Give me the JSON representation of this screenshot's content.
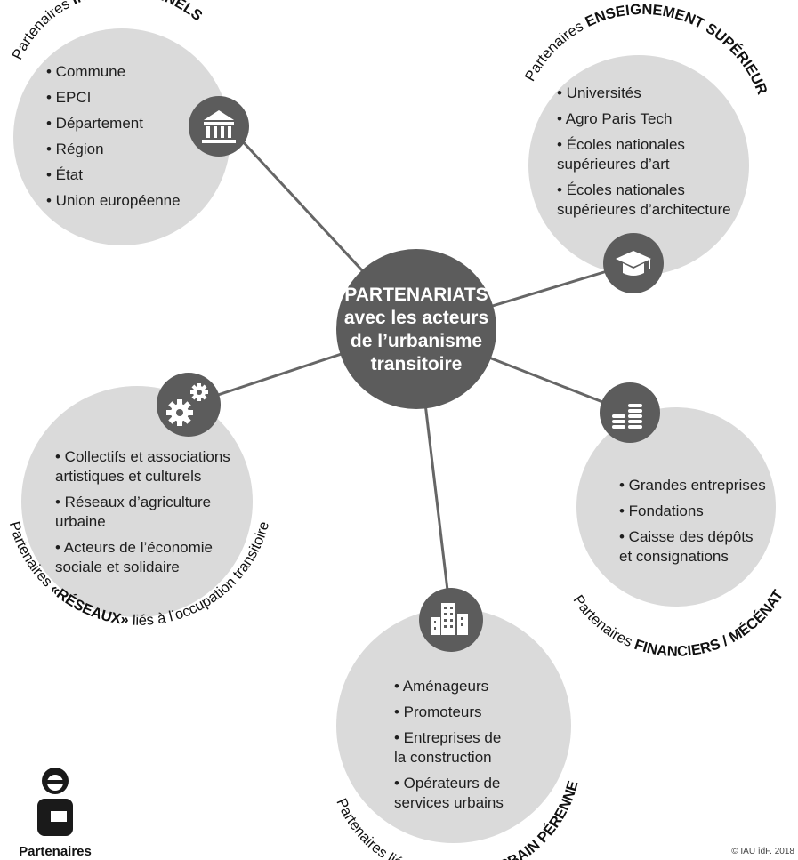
{
  "center": {
    "lines": [
      "PARTENARIATS",
      "avec les acteurs",
      "de l’urbanisme",
      "transitoire"
    ]
  },
  "groups": {
    "institutionnels": {
      "title_prefix": "Partenaires ",
      "title_main": "INSTITUTIONNELS",
      "icon": "bank-icon",
      "items": [
        "• Commune",
        "• EPCI",
        "• Département",
        "• Région",
        "• État",
        "• Union européenne"
      ]
    },
    "enseignement": {
      "title_prefix": "Partenaires ",
      "title_main": "ENSEIGNEMENT SUPÉRIEUR",
      "icon": "graduation-cap-icon",
      "items": [
        "• Universités",
        "• Agro Paris Tech",
        "• Écoles nationales",
        "supérieures d’art",
        "• Écoles nationales",
        "supérieures d’architecture"
      ]
    },
    "financiers": {
      "title_prefix": "Partenaires ",
      "title_main": "FINANCIERS / MÉCÉNAT",
      "icon": "coins-icon",
      "items": [
        "• Grandes entreprises",
        "• Fondations",
        "• Caisse des dépôts",
        "et consignations"
      ]
    },
    "projet_urbain": {
      "title_prefix": "Partenaires liés au ",
      "title_main": "PROJET URBAIN PÉRENNE",
      "icon": "buildings-icon",
      "items": [
        "• Aménageurs",
        "• Promoteurs",
        "• Entreprises de",
        "la construction",
        "• Opérateurs de",
        "services urbains"
      ]
    },
    "reseaux": {
      "title_prefix": "Partenaires ",
      "title_main": "«RÉSEAUX»",
      "title_suffix": " liés à l’occupation transitoire",
      "icon": "gears-icon",
      "items": [
        "• Collectifs et associations",
        "artistiques et culturels",
        "• Réseaux d’agriculture",
        "urbaine",
        "• Acteurs de l’économie",
        "sociale et solidaire"
      ]
    }
  },
  "footer": {
    "label": "Partenaires",
    "icon": "person-icon",
    "copyright": "© IAU îdF. 2018"
  },
  "colors": {
    "circle": "#dadada",
    "hub": "#5c5c5c",
    "connector": "#666666"
  }
}
